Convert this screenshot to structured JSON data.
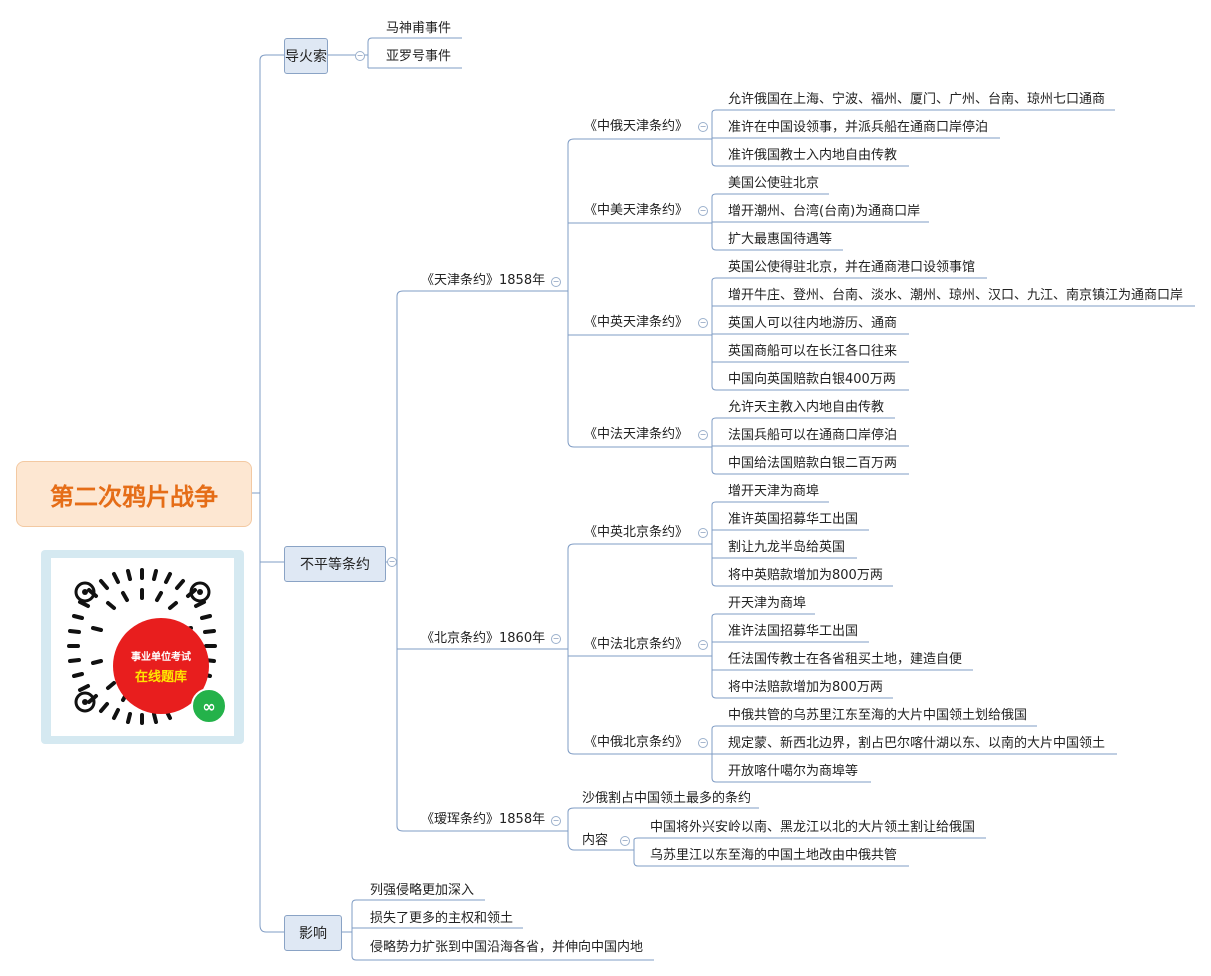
{
  "root": "第二次鸦片战争",
  "badge": {
    "line1": "事业单位考试",
    "line2": "在线题库"
  },
  "fuse": {
    "label": "导火索",
    "items": [
      "马神甫事件",
      "亚罗号事件"
    ]
  },
  "treaties": {
    "label": "不平等条约",
    "tianjin": {
      "label": "《天津条约》1858年",
      "ru": {
        "label": "《中俄天津条约》",
        "items": [
          "允许俄国在上海、宁波、福州、厦门、广州、台南、琼州七口通商",
          "准许在中国设领事，并派兵船在通商口岸停泊",
          "准许俄国教士入内地自由传教"
        ]
      },
      "us": {
        "label": "《中美天津条约》",
        "items": [
          "美国公使驻北京",
          "增开潮州、台湾(台南)为通商口岸",
          "扩大最惠国待遇等"
        ]
      },
      "uk": {
        "label": "《中英天津条约》",
        "items": [
          "英国公使得驻北京，并在通商港口设领事馆",
          "增开牛庄、登州、台南、淡水、潮州、琼州、汉口、九江、南京镇江为通商口岸",
          "英国人可以往内地游历、通商",
          "英国商船可以在长江各口往来",
          "中国向英国赔款白银400万两"
        ]
      },
      "fr": {
        "label": "《中法天津条约》",
        "items": [
          "允许天主教入内地自由传教",
          "法国兵船可以在通商口岸停泊",
          "中国给法国赔款白银二百万两"
        ]
      }
    },
    "beijing": {
      "label": "《北京条约》1860年",
      "uk": {
        "label": "《中英北京条约》",
        "items": [
          "增开天津为商埠",
          "准许英国招募华工出国",
          "割让九龙半岛给英国",
          "将中英赔款增加为800万两"
        ]
      },
      "fr": {
        "label": "《中法北京条约》",
        "items": [
          "开天津为商埠",
          "准许法国招募华工出国",
          "任法国传教士在各省租买土地，建造自便",
          "将中法赔款增加为800万两"
        ]
      },
      "ru": {
        "label": "《中俄北京条约》",
        "items": [
          "中俄共管的乌苏里江东至海的大片中国领土划给俄国",
          "规定蒙、新西北边界，割占巴尔喀什湖以东、以南的大片中国领土",
          "开放喀什噶尔为商埠等"
        ]
      }
    },
    "aigun": {
      "label": "《瑷珲条约》1858年",
      "note": "沙俄割占中国领土最多的条约",
      "content": {
        "label": "内容",
        "items": [
          "中国将外兴安岭以南、黑龙江以北的大片领土割让给俄国",
          "乌苏里江以东至海的中国土地改由中俄共管"
        ]
      }
    }
  },
  "impact": {
    "label": "影响",
    "items": [
      "列强侵略更加深入",
      "损失了更多的主权和领土",
      "侵略势力扩张到中国沿海各省，并伸向中国内地"
    ]
  },
  "colors": {
    "line": "#7f9cc4",
    "root_text": "#e56d17",
    "root_bg": "#fde7d2",
    "box_bg": "#dfe8f4",
    "badge_red": "#e81e1e",
    "badge_yellow": "#ffe600",
    "wechat_green": "#24b24a"
  }
}
